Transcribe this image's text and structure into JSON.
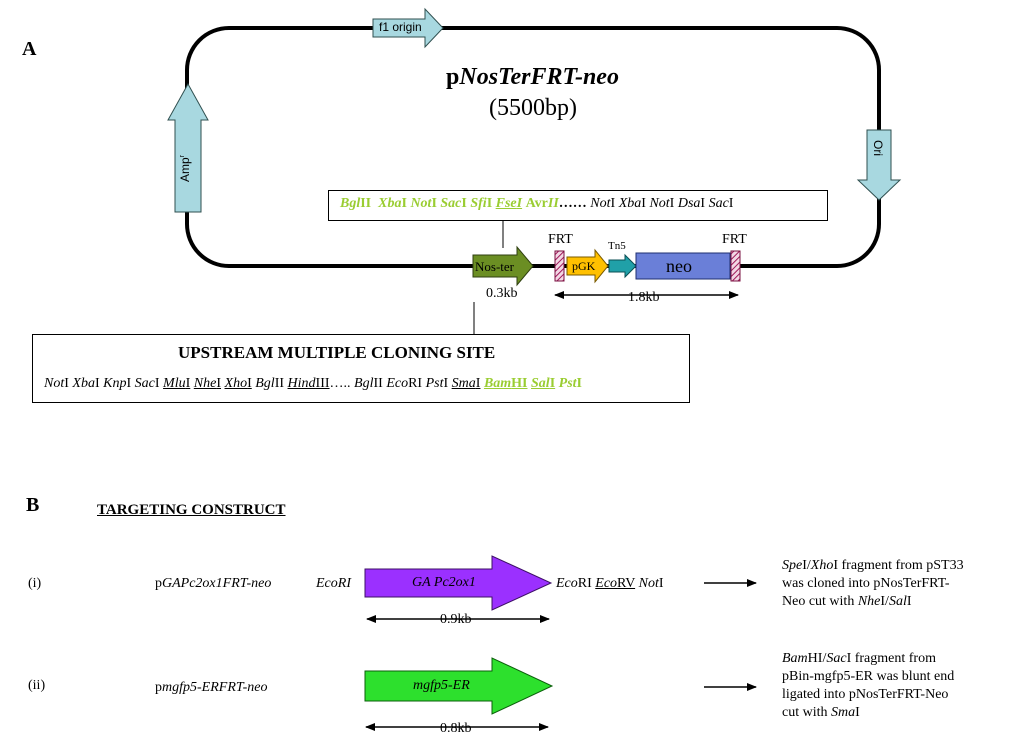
{
  "panelA": {
    "label": "A",
    "plasmid": {
      "prefix": "p",
      "name": "NosTerFRT-neo",
      "size": "(5500bp)"
    },
    "f1_origin": "f1 origin",
    "amp": "Amp",
    "amp_sup": "r",
    "ori": "Ori",
    "nos_ter": "Nos-ter",
    "nos_ter_size": "0.3kb",
    "frt_left": "FRT",
    "frt_right": "FRT",
    "tn5": "Tn5",
    "pgk": "pGK",
    "neo": "neo",
    "neo_span": "1.8kb",
    "downstream_mcs": {
      "bglII": {
        "a": "Bgl",
        "b": "II"
      },
      "xbaI": {
        "a": "Xba",
        "b": "I"
      },
      "notI": {
        "a": "Not",
        "b": "I"
      },
      "sacI": {
        "a": "Sac",
        "b": "I"
      },
      "sfiI": {
        "a": "Sfi",
        "b": "I"
      },
      "fseI": {
        "a": "Fse",
        "b": "I"
      },
      "avrII": {
        "a": "Avr",
        "b": "II"
      },
      "dots": "……",
      "notI2": {
        "a": "Not",
        "b": "I"
      },
      "xbaI2": {
        "a": "Xba",
        "b": "I"
      },
      "notI3": {
        "a": "Not",
        "b": "I"
      },
      "dsaI": {
        "a": "Dsa",
        "b": "I"
      },
      "sacI2": {
        "a": "Sac",
        "b": "I"
      }
    },
    "upstream_mcs": {
      "title": "UPSTREAM MULTIPLE CLONING SITE",
      "notI": {
        "a": "Not",
        "b": "I"
      },
      "xbaI": {
        "a": "Xba",
        "b": "I"
      },
      "knpI": {
        "a": "Knp",
        "b": "I"
      },
      "sacI": {
        "a": "Sac",
        "b": "I"
      },
      "mluI": {
        "a": "Mlu",
        "b": "I"
      },
      "nheI": {
        "a": "Nhe",
        "b": "I"
      },
      "xhoI": {
        "a": "Xho",
        "b": "I"
      },
      "bglII": {
        "a": "Bgl",
        "b": "II"
      },
      "hindIII": {
        "a": "Hind",
        "b": "III"
      },
      "dots": "…..",
      "bglII2": {
        "a": "Bgl",
        "b": "II"
      },
      "ecoRI": {
        "a": "Eco",
        "b": "RI"
      },
      "pstI": {
        "a": "Pst",
        "b": "I"
      },
      "smaI": {
        "a": "Sma",
        "b": "I"
      },
      "bamHI": {
        "a": "Bam",
        "b": "HI"
      },
      "salI": {
        "a": "Sal",
        "b": "I"
      },
      "pstI2": {
        "a": "Pst",
        "b": "I"
      }
    }
  },
  "panelB": {
    "label": "B",
    "heading": "TARGETING CONSTRUCT",
    "row1": {
      "num": "(i)",
      "name_p": "p",
      "name_i": "GAPc2ox1FRT-neo",
      "left_site": "EcoRI",
      "gene": "GA Pc2ox1",
      "right_site": {
        "eco": "Eco",
        "ri": "RI",
        "ecorv_a": "Eco",
        "ecorv_b": "RV",
        "not": "Not",
        "noti": "I"
      },
      "size": "0.9kb",
      "desc": {
        "spe": "Spe",
        "i1": "I/",
        "xho": "Xho",
        "rest1": "I fragment from pST33",
        "line2": "was cloned into pNosTerFRT-",
        "line3a": "Neo cut with ",
        "nhe": "Nhe",
        "i2": "I/",
        "sal": "Sal",
        "i3": "I"
      }
    },
    "row2": {
      "num": "(ii)",
      "name_p": "p",
      "name_i": "mgfp5-ERFRT-neo",
      "gene": "mgfp5-ER",
      "size": "0.8kb",
      "desc": {
        "bam": "Bam",
        "rest1": "HI/",
        "sac": "Sac",
        "rest1b": "I fragment from",
        "line2": "pBin-mgfp5-ER was blunt end",
        "line3": "ligated into pNosTerFRT-Neo",
        "line4a": "cut with ",
        "sma": "Sma",
        "line4b": "I"
      }
    }
  }
}
